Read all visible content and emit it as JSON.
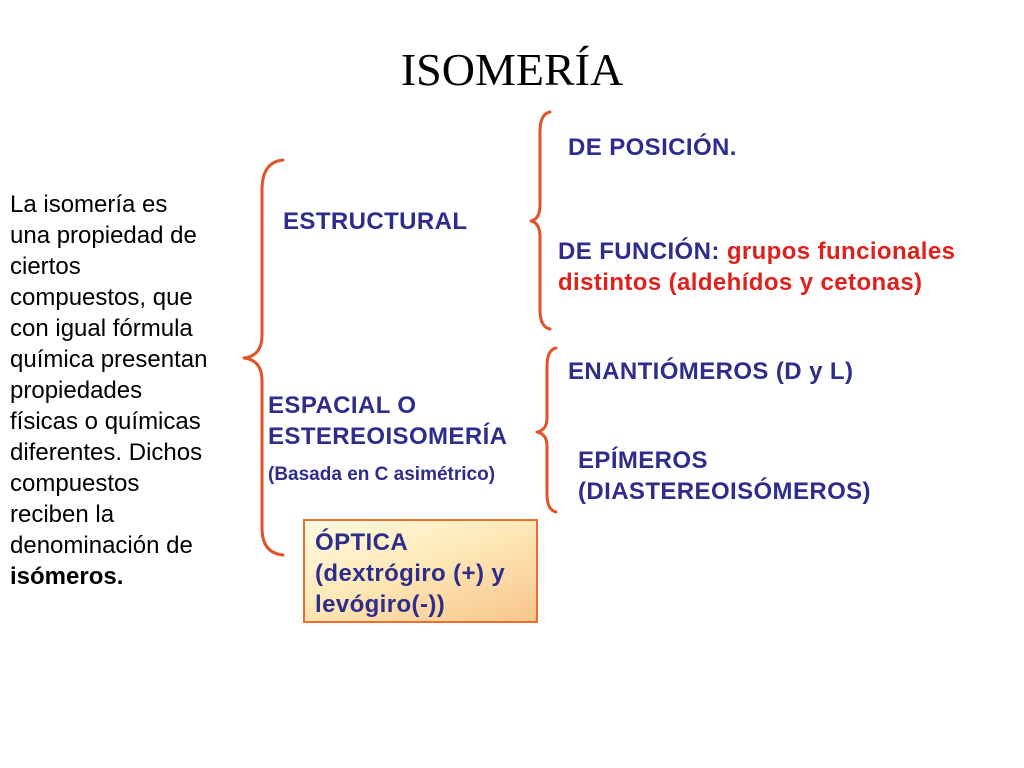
{
  "title": "ISOMERÍA",
  "description": {
    "lines": [
      "La isomería es",
      "una propiedad de",
      "ciertos",
      "compuestos, que",
      "con igual fórmula",
      "química presentan",
      "propiedades",
      "físicas o químicas",
      "diferentes. Dichos",
      "compuestos",
      "reciben la",
      "denominación de"
    ],
    "bold_term": "isómeros."
  },
  "structural": {
    "label": "ESTRUCTURAL",
    "position": "DE POSICIÓN.",
    "function_label": "DE FUNCIÓN:",
    "function_desc": [
      "grupos funcionales",
      "distintos (aldehídos y cetonas)"
    ]
  },
  "spatial": {
    "label_lines": [
      "ESPACIAL O",
      "ESTEREOISOMERÍA"
    ],
    "note": "(Basada en C asimétrico)",
    "enantiomers": "ENANTIÓMEROS (D y L)",
    "epimers_lines": [
      "EPÍMEROS",
      "(DIASTEREOISÓMEROS)"
    ],
    "optical_lines": [
      "ÓPTICA",
      "(dextrógiro (+) y",
      "levógiro(-))"
    ]
  },
  "colors": {
    "navy": "#2e2d8c",
    "red": "#e0201b",
    "brace": "#e2532a",
    "box_border": "#e8702e"
  }
}
